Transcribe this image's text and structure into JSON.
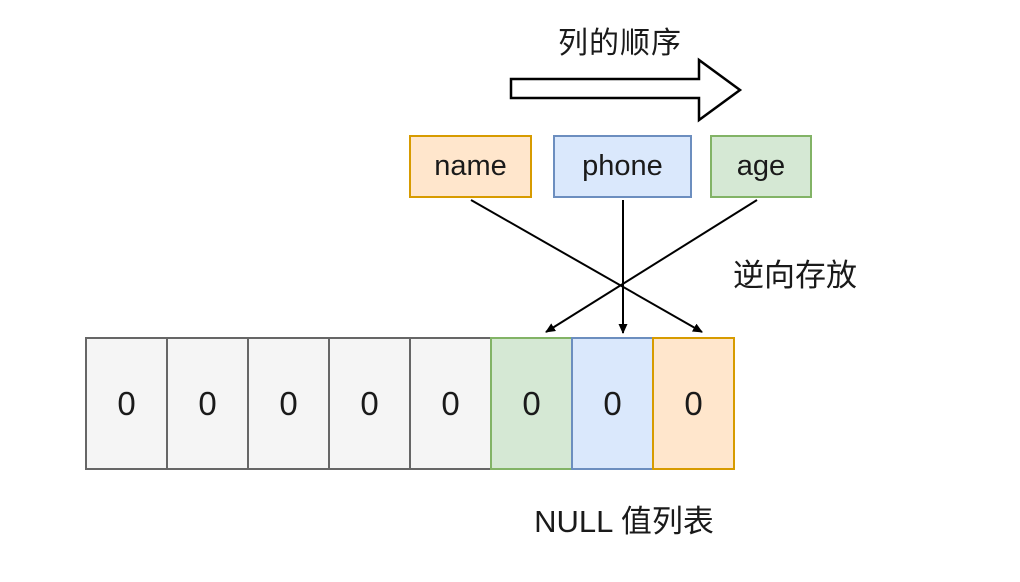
{
  "diagram": {
    "title": "列的顺序",
    "reverse_label": "逆向存放",
    "bottom_label": "NULL 值列表",
    "columns": [
      {
        "label": "name",
        "fill": "#ffe6cc",
        "stroke": "#d79b00"
      },
      {
        "label": "phone",
        "fill": "#dae8fc",
        "stroke": "#6c8ebf"
      },
      {
        "label": "age",
        "fill": "#d5e8d4",
        "stroke": "#82b366"
      }
    ],
    "null_bitmap_cells": [
      {
        "value": "0",
        "fill": "#f5f5f5",
        "stroke": "#666666"
      },
      {
        "value": "0",
        "fill": "#f5f5f5",
        "stroke": "#666666"
      },
      {
        "value": "0",
        "fill": "#f5f5f5",
        "stroke": "#666666"
      },
      {
        "value": "0",
        "fill": "#f5f5f5",
        "stroke": "#666666"
      },
      {
        "value": "0",
        "fill": "#f5f5f5",
        "stroke": "#666666"
      },
      {
        "value": "0",
        "fill": "#d5e8d4",
        "stroke": "#82b366"
      },
      {
        "value": "0",
        "fill": "#dae8fc",
        "stroke": "#6c8ebf"
      },
      {
        "value": "0",
        "fill": "#ffe6cc",
        "stroke": "#d79b00"
      }
    ],
    "arrows": [
      {
        "from": "name",
        "to": "cell-8-orange"
      },
      {
        "from": "phone",
        "to": "cell-7-blue"
      },
      {
        "from": "age",
        "to": "cell-6-green"
      }
    ],
    "colors": {
      "line": "#000000",
      "text": "#1a1a1a",
      "background": "#ffffff"
    }
  }
}
